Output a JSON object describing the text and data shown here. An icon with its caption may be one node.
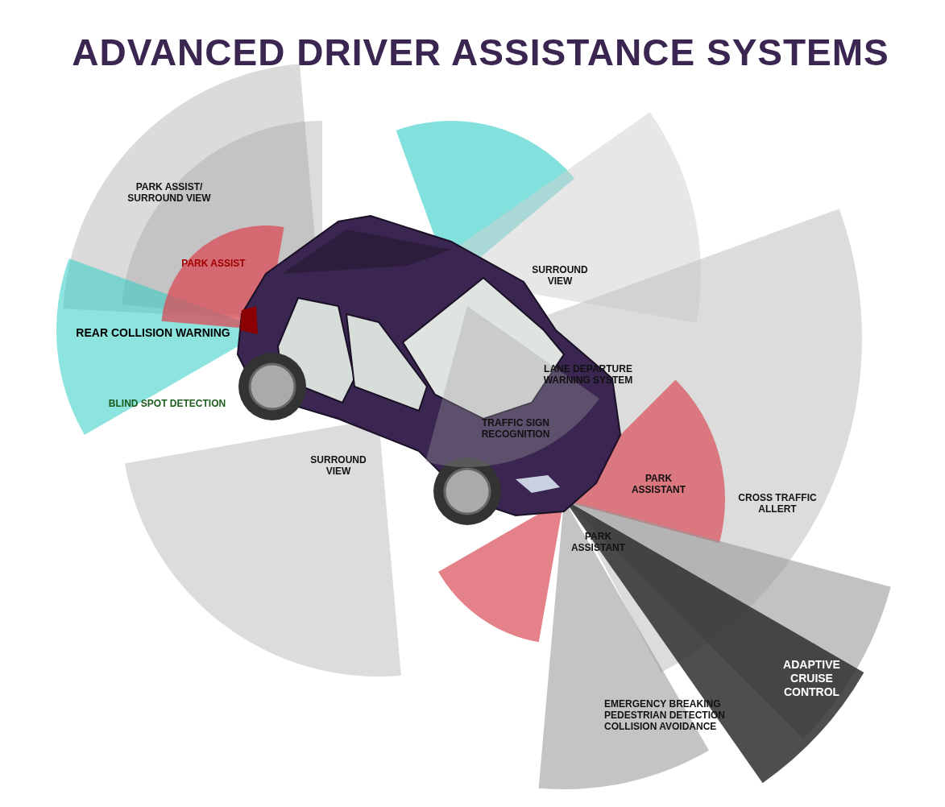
{
  "diagram": {
    "title": "ADVANCED DRIVER ASSISTANCE SYSTEMS",
    "labels": [
      "PARK ASSIST/ SURROUND VIEW",
      "PARK ASSIST",
      "SURROUND VIEW",
      "REAR COLLISION WARNING",
      "LANE DEPARTURE WARNING SYSTEM",
      "BLIND SPOT DETECTION",
      "TRAFFIC SIGN RECOGNITION",
      "SURROUND VIEW",
      "PARK ASSISTANT",
      "CROSS TRAFFIC ALLERT",
      "PARK ASSISTANT",
      "ADAPTIVE CRUISE CONTROL",
      "EMERGENCY BREAKING",
      "PEDESTRIAN DETECTION",
      "COLLISION AVOIDANCE"
    ]
  }
}
